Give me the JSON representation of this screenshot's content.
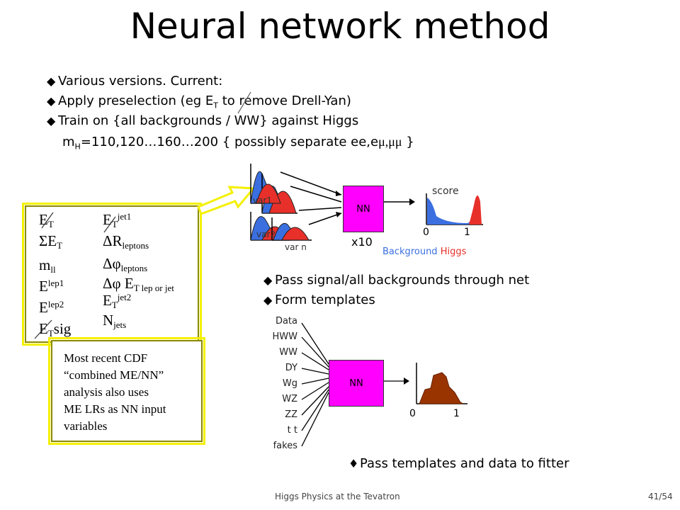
{
  "title": "Neural network method",
  "bullets": [
    "Various versions.  Current:",
    "Apply preselection (eg E",
    "Train on {all backgrounds / WW} against Higgs"
  ],
  "bullet1_sub": "T",
  "bullet1_rest": " to remove Drell-Yan)",
  "mass_line_prefix": "m",
  "mass_line_sub": "H",
  "mass_line_rest": "=110,120…160…200 { possibly separate ee,e",
  "mass_line_greek": "μ,μμ",
  "mass_line_end": " }",
  "variables_left": [
    {
      "main": "E",
      "sub": "T"
    },
    {
      "main": "ΣE",
      "sub": "T"
    },
    {
      "main": "m",
      "sub": "ll"
    },
    {
      "main": "E",
      "sup": "lep1"
    },
    {
      "main": "E",
      "sup": "lep2"
    },
    {
      "main": "E",
      "sub": "T",
      "rest": "sig"
    }
  ],
  "variables_right": [
    {
      "main": "E",
      "sub": "T",
      "sup": "jet1"
    },
    {
      "main": "ΔR",
      "sub": "leptons"
    },
    {
      "main": "Δφ",
      "sub": "leptons"
    },
    {
      "main": "Δφ  E",
      "sub": "T lep or jet"
    },
    {
      "main": "E",
      "sub": "T",
      "sup": "jet2"
    },
    {
      "main": "N",
      "sub": "jets"
    }
  ],
  "cdf_note": [
    "Most recent CDF",
    "“combined ME/NN”",
    "analysis also uses",
    "ME LRs as NN input",
    "variables"
  ],
  "diagram_top": {
    "var_labels": [
      "var1",
      "var2",
      "var n"
    ],
    "nn_label": "NN",
    "x10": "x10",
    "score_label": "score",
    "axis_0": "0",
    "axis_1": "1",
    "legend_background": "Background",
    "legend_higgs": "Higgs",
    "color_background": "#3b6fe0",
    "color_higgs": "#e8302a"
  },
  "bullets_mid": [
    "Pass signal/all backgrounds through net",
    "Form templates"
  ],
  "diagram_bottom": {
    "sources": [
      "Data",
      "HWW",
      "WW",
      "DY",
      "Wg",
      "WZ",
      "ZZ",
      "t t",
      "fakes"
    ],
    "nn_label": "NN",
    "axis_0": "0",
    "axis_1": "1",
    "template_color": "#993300"
  },
  "final_bullet": "Pass templates and data to fitter",
  "footer": "Higgs Physics at the Tevatron",
  "page": "41/54"
}
